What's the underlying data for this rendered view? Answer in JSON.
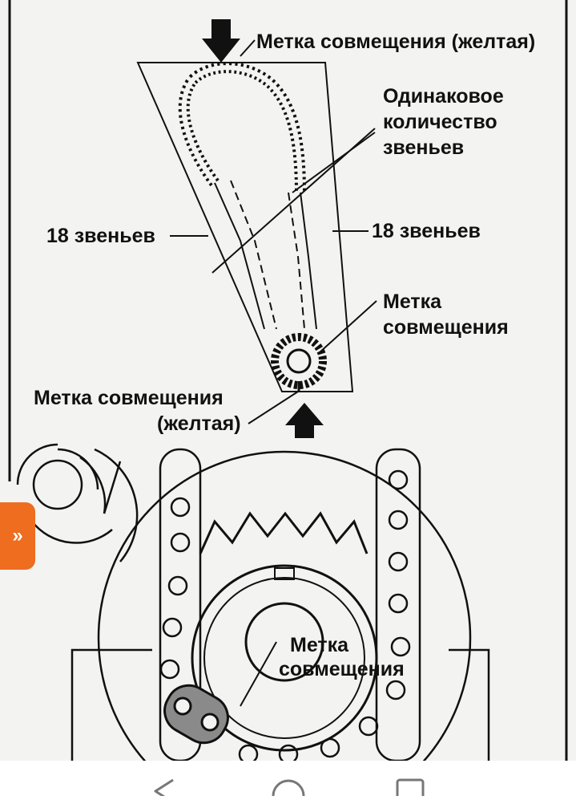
{
  "labels": {
    "top_mark": "Метка совмещения (желтая)",
    "same_links_1": "Одинаковое",
    "same_links_2": "количество",
    "same_links_3": "звеньев",
    "left_links": "18 звеньев",
    "right_links": "18 звеньев",
    "mark_right_1": "Метка",
    "mark_right_2": "совмещения",
    "bottom_mark_1": "Метка совмещения",
    "bottom_mark_2": "(желтая)",
    "lower_mark_1": "Метка",
    "lower_mark_2": "совмещения"
  },
  "side_tab": {
    "glyph": "»",
    "icon": "double-chevron-right-icon",
    "color": "#ee6d1f"
  },
  "nav": {
    "back_icon": "triangle-back-icon",
    "home_icon": "circle-home-icon",
    "recents_icon": "square-recents-icon"
  }
}
